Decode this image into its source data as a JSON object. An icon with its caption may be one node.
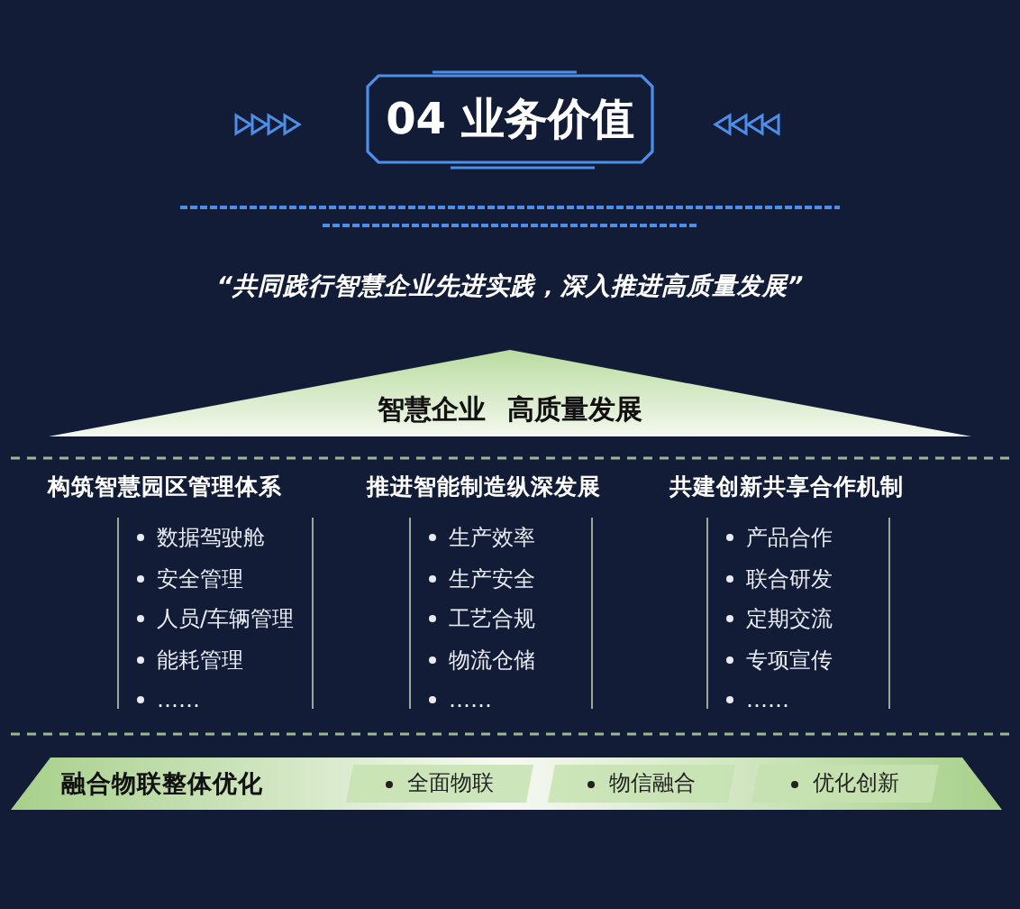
{
  "diagram": {
    "title": "04 业务价值",
    "nodes": [
      {
        "text": [
          "智慧企业",
          "高质量发展"
        ]
      },
      {
        "text": [
          "构筑智慧园区管理体系",
          "数据驾驶舱",
          "安全管理",
          "人员/车辆管理",
          "能耗管理",
          "……"
        ]
      },
      {
        "text": [
          "推进智能制造纵深发展",
          "生产效率",
          "生产安全",
          "工艺合规",
          "物流仓储",
          "……"
        ]
      },
      {
        "text": [
          "共建创新共享合作机制",
          "产品合作",
          "联合研发",
          "定期交流",
          "专项宣传",
          "……"
        ]
      },
      {
        "text": [
          "融合物联整体优化"
        ]
      },
      {
        "text": [
          "全面物联"
        ],
        "in": 4
      },
      {
        "text": [
          "物信融合"
        ],
        "in": 4
      },
      {
        "text": [
          "优化创新"
        ],
        "in": 4
      }
    ],
    "labels": [
      "“共同践行智慧企业先进实践，深入推进高质量发展”"
    ]
  }
}
